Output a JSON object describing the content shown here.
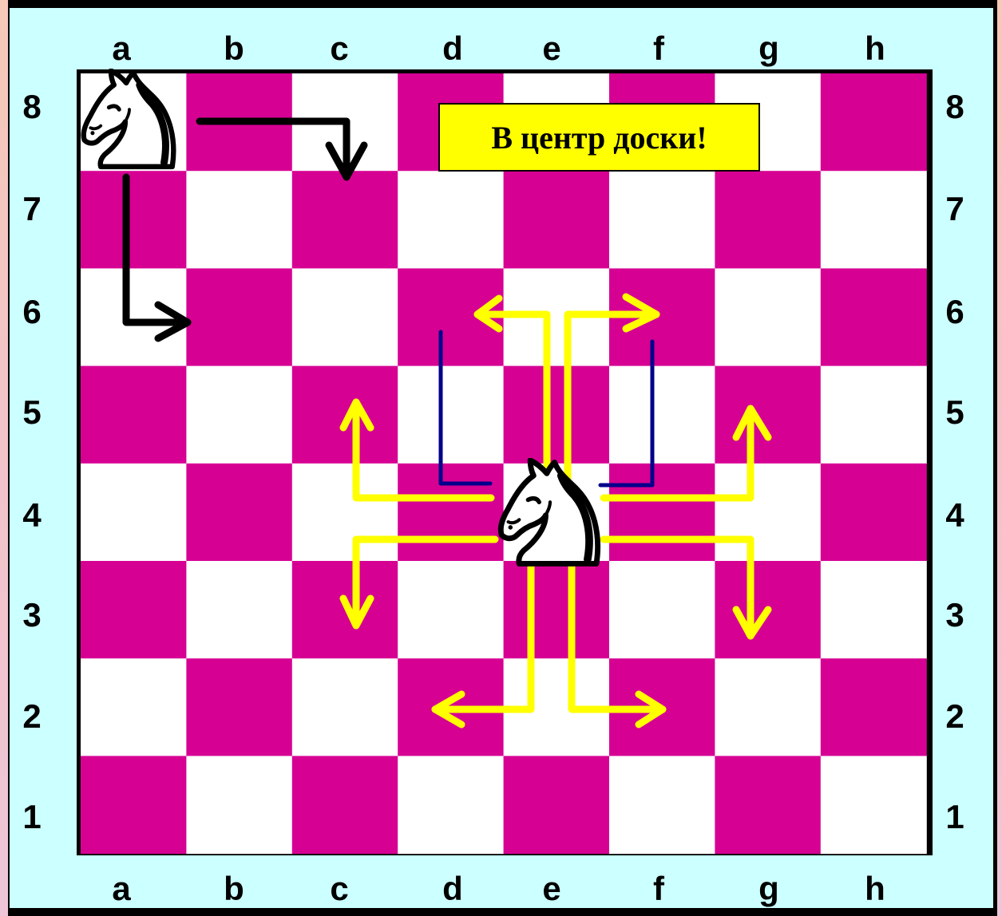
{
  "board": {
    "files": [
      "a",
      "b",
      "c",
      "d",
      "e",
      "f",
      "g",
      "h"
    ],
    "ranks": [
      "8",
      "7",
      "6",
      "5",
      "4",
      "3",
      "2",
      "1"
    ],
    "light_color": "#ffffff",
    "dark_color": "#d60093",
    "frame_color": "#ccffff"
  },
  "banner": {
    "text": "В центр доски!"
  },
  "pieces": [
    {
      "type": "knight",
      "color": "white",
      "square": "a8"
    },
    {
      "type": "knight",
      "color": "white",
      "square": "e4"
    }
  ],
  "arrows": {
    "corner_knight_color": "#000000",
    "center_knight_color": "#ffff00",
    "blocked_marker_color": "#00008b",
    "corner_knight_targets": [
      "c7",
      "b6"
    ],
    "center_knight_targets": [
      "d6",
      "f6",
      "c5",
      "g5",
      "c3",
      "g3",
      "d2",
      "f2"
    ]
  }
}
